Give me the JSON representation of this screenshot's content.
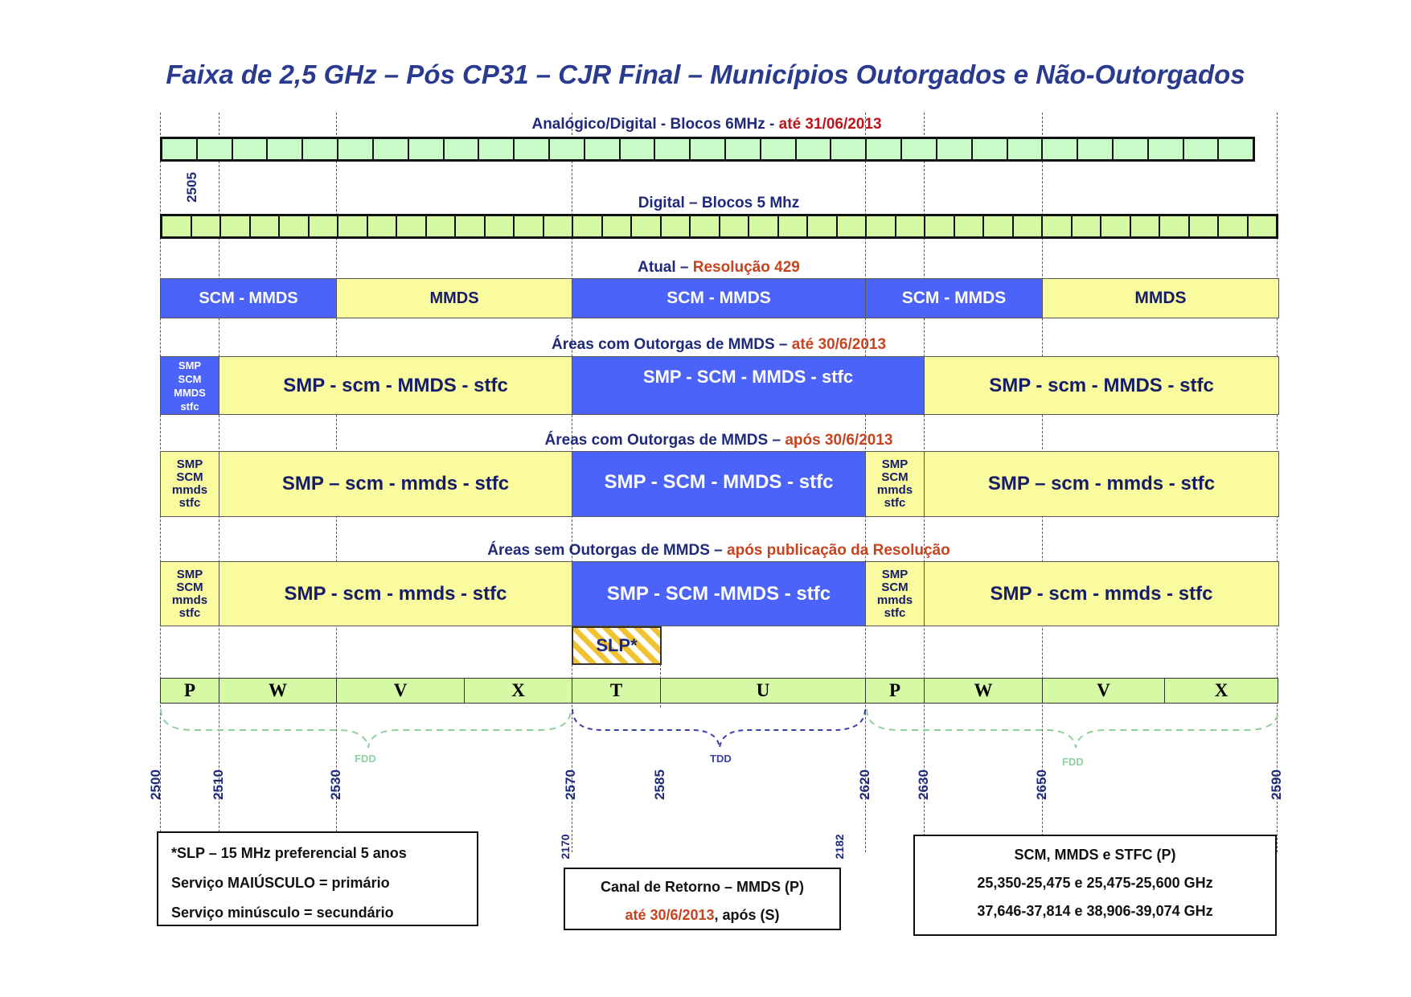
{
  "title": "Faixa de 2,5 GHz – Pós CP31 – CJR Final – Municípios Outorgados e Não-Outorgados",
  "rows": {
    "analog": {
      "label": "Analógico/Digital - Blocos 6MHz - ",
      "highlight": "até 31/06/2013",
      "block_count": 31,
      "color": "#c8fbc8"
    },
    "digital": {
      "label": "Digital – Blocos 5 Mhz",
      "block_count": 38,
      "color": "#d5f9a5",
      "marker": "2505"
    },
    "atual": {
      "label": "Atual – ",
      "highlight": "Resolução 429",
      "segments": [
        {
          "start": 2500,
          "end": 2530,
          "text": "SCM - MMDS",
          "color": "blue"
        },
        {
          "start": 2530,
          "end": 2570,
          "text": "MMDS",
          "color": "yellow"
        },
        {
          "start": 2570,
          "end": 2620,
          "text": "SCM - MMDS",
          "color": "blue"
        },
        {
          "start": 2620,
          "end": 2650,
          "text": "SCM - MMDS",
          "color": "blue"
        },
        {
          "start": 2650,
          "end": 2590.5,
          "text": "MMDS",
          "color": "yellow"
        }
      ]
    },
    "com_ate": {
      "label": "Áreas com Outorgas de MMDS – ",
      "highlight": "até 30/6/2013",
      "small_lines": [
        "SMP",
        "SCM",
        "MMDS",
        "stfc"
      ],
      "segments": [
        {
          "text": "SMP - scm - MMDS - stfc"
        },
        {
          "text": "SMP - SCM - MMDS - stfc"
        },
        {
          "text": "SMP - scm - MMDS - stfc"
        }
      ]
    },
    "com_apos": {
      "label": "Áreas com Outorgas de MMDS – ",
      "highlight": "após 30/6/2013",
      "small_lines": [
        "SMP",
        "SCM",
        "mmds",
        "stfc"
      ],
      "segments": [
        {
          "text": "SMP – scm - mmds - stfc"
        },
        {
          "text": "SMP - SCM - MMDS - stfc"
        },
        {
          "text": "SMP – scm - mmds - stfc"
        }
      ]
    },
    "sem_apos": {
      "label": "Áreas sem Outorgas de MMDS – ",
      "highlight": "após publicação da Resolução",
      "small_lines": [
        "SMP",
        "SCM",
        "mmds",
        "stfc"
      ],
      "segments": [
        {
          "text": "SMP - scm - mmds - stfc"
        },
        {
          "text": "SMP - SCM -MMDS - stfc"
        },
        {
          "text": "SMP - scm - mmds - stfc"
        }
      ],
      "slp": "SLP*"
    }
  },
  "letters": [
    "P",
    "W",
    "V",
    "X",
    "T",
    "U",
    "P",
    "W",
    "V",
    "X"
  ],
  "brackets": [
    {
      "label": "FDD",
      "color": "#8fd0a0"
    },
    {
      "label": "TDD",
      "color": "#3b3fa8"
    },
    {
      "label": "FDD",
      "color": "#8fd0a0"
    }
  ],
  "frequencies": [
    "2500",
    "2510",
    "2530",
    "2570",
    "2585",
    "2620",
    "2630",
    "2650",
    "2590"
  ],
  "legend_left": {
    "lines": [
      "*SLP – 15 MHz preferencial 5 anos",
      "Serviço MAIÚSCULO = primário",
      "Serviço minúsculo = secundário"
    ]
  },
  "legend_center": {
    "freq_left": "2170",
    "freq_right": "2182",
    "line1": "Canal de Retorno – MMDS (P)",
    "line2_highlight": "até 30/6/2013",
    "line2_rest": ", após (S)"
  },
  "legend_right": {
    "lines": [
      "SCM, MMDS e STFC (P)",
      "25,350-25,475 e 25,475-25,600 GHz",
      "37,646-37,814 e 38,906-39,074 GHz"
    ]
  },
  "colors": {
    "blue": "#4b63f8",
    "yellow": "#fafa9e",
    "navy": "#1f2a7a",
    "orange": "#c8431e",
    "red": "#c0141c"
  }
}
